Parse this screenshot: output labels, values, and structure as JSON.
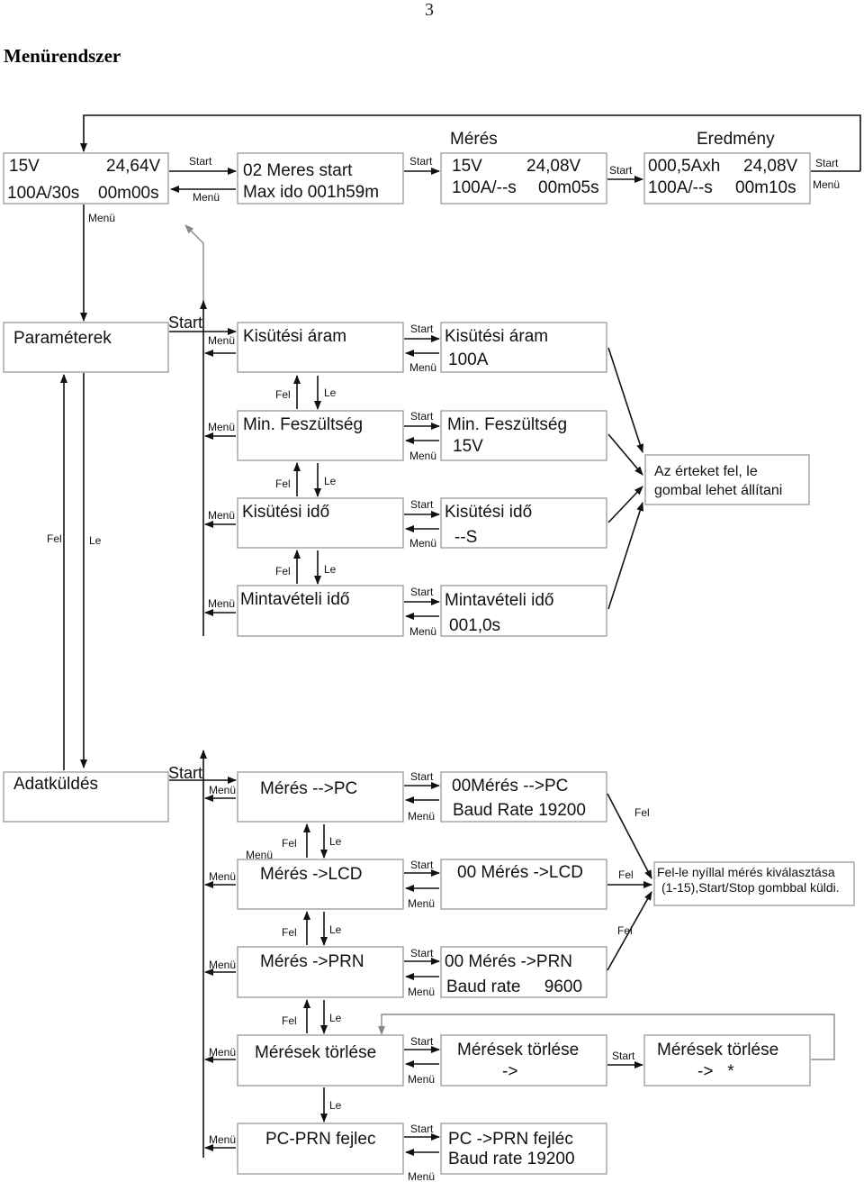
{
  "page_number": "3",
  "title": "Menürendszer",
  "top_row": {
    "main_box": {
      "line1_left": "15V",
      "line1_right": "24,64V",
      "line2_left": "100A/30s",
      "line2_right": "00m00s"
    },
    "meres_start_box": {
      "line1": "02  Meres start",
      "line2": "Max ido 001h59m"
    },
    "meres_heading": "Mérés",
    "meres_box": {
      "line1_left": "15V",
      "line1_right": "24,08V",
      "line2_left": "100A/--s",
      "line2_right": "00m05s"
    },
    "eredmeny_heading": "Eredmény",
    "eredmeny_box": {
      "line1_left": "000,5Axh",
      "line1_right": "24,08V",
      "line2_left": "100A/--s",
      "line2_right": "00m10s"
    }
  },
  "parameters": {
    "title": "Paraméterek",
    "items": [
      {
        "label": "Kisütési áram",
        "value_title": "Kisütési áram",
        "value": "100A"
      },
      {
        "label": "Min. Feszültség",
        "value_title": "Min. Feszültség",
        "value": "15V"
      },
      {
        "label": "Kisütési idő",
        "value_title": "Kisütési idő",
        "value": "--S"
      },
      {
        "label": "Mintavételi idő",
        "value_title": "Mintavételi idő",
        "value": "001,0s"
      }
    ],
    "note_line1": "Az érteket fel, le",
    "note_line2": "gombal lehet állítani"
  },
  "data_send": {
    "title": "Adatküldés",
    "items": [
      {
        "label": "Mérés -->PC",
        "value_line1": "00Mérés -->PC",
        "value_line2": "Baud Rate 19200"
      },
      {
        "label": "Mérés ->LCD",
        "value_line1": "00 Mérés ->LCD",
        "value_line2": ""
      },
      {
        "label": "Mérés ->PRN",
        "value_line1": "00 Mérés ->PRN",
        "value_line2": "Baud rate     9600"
      },
      {
        "label": "Mérések törlése",
        "value_line1": "Mérések törlése",
        "value_line2": "->"
      },
      {
        "label": "PC-PRN fejlec",
        "value_line1": "PC ->PRN fejléc",
        "value_line2": "Baud rate 19200"
      }
    ],
    "delete_confirm_line1": "Mérések törlése",
    "delete_confirm_line2": "->   *",
    "note_line1": "Fel-le nyíllal mérés kiválasztása",
    "note_line2": "(1-15),Start/Stop  gombbal küldi."
  },
  "labels": {
    "start": "Start",
    "menu": "Menü",
    "fel": "Fel",
    "le": "Le"
  }
}
